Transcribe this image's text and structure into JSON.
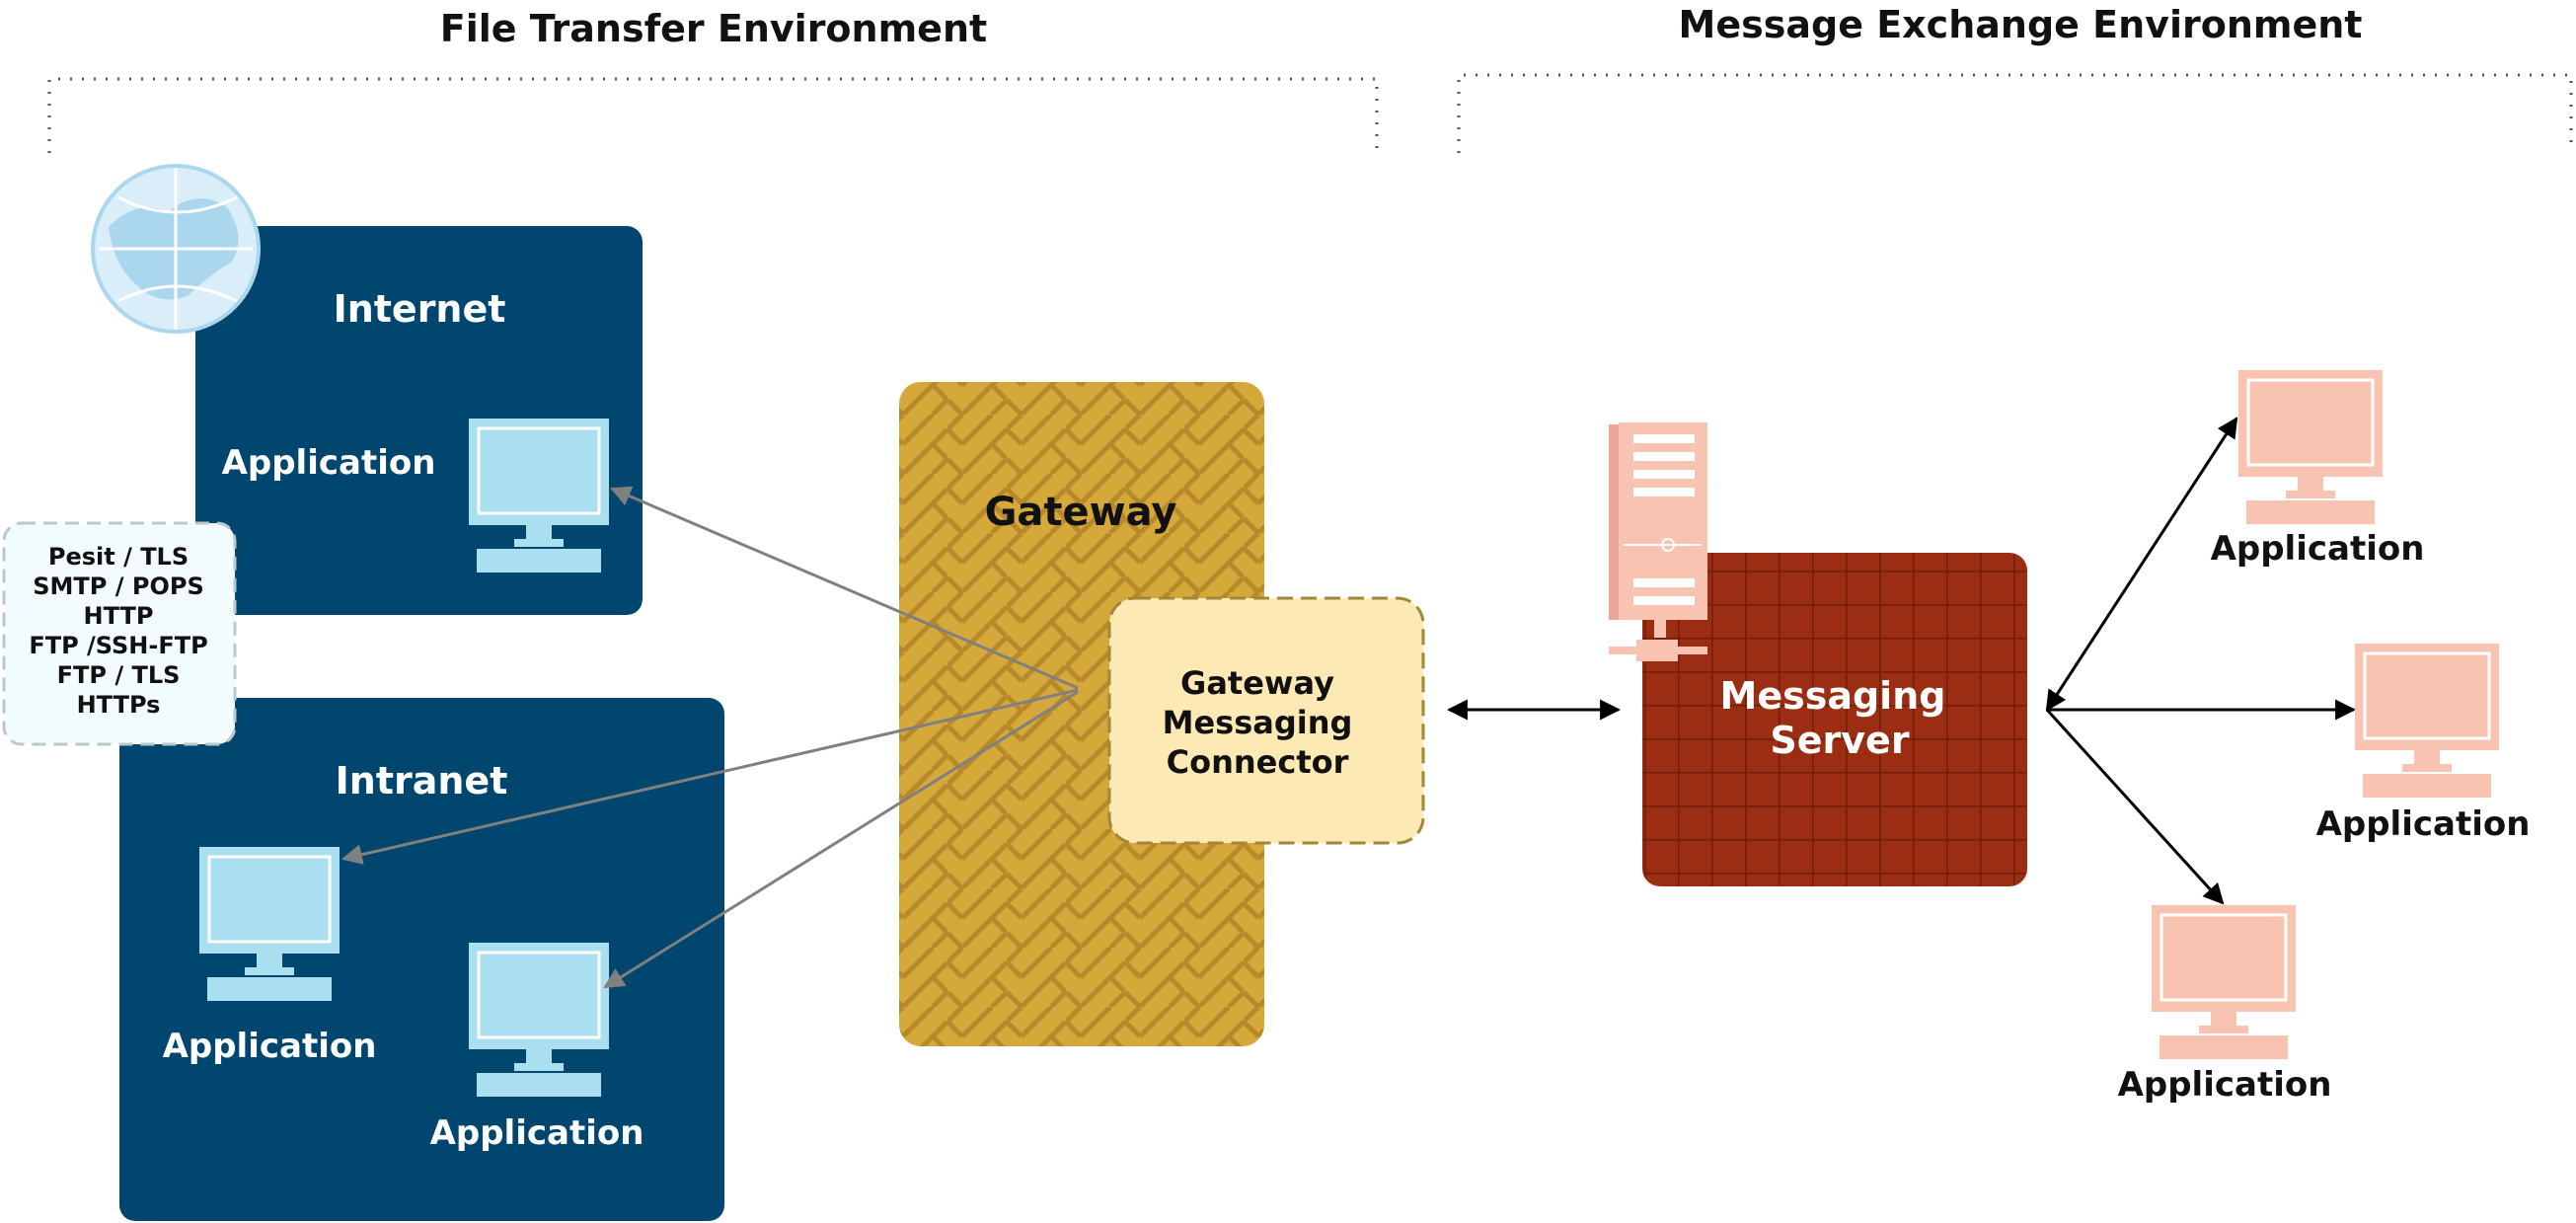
{
  "environments": {
    "file_transfer": "File Transfer Environment",
    "message_exchange": "Message Exchange Environment"
  },
  "internet": {
    "title": "Internet",
    "application_label": "Application"
  },
  "intranet": {
    "title": "Intranet",
    "application_label_1": "Application",
    "application_label_2": "Application"
  },
  "protocols": [
    "Pesit / TLS",
    "SMTP / POPS",
    "HTTP",
    "FTP /SSH-FTP",
    "FTP / TLS",
    "HTTPs"
  ],
  "gateway": {
    "title": "Gateway",
    "connector_lines": [
      "Gateway",
      "Messaging",
      "Connector"
    ]
  },
  "messaging_server": {
    "lines": [
      "Messaging",
      "Server"
    ]
  },
  "message_apps": {
    "top": "Application",
    "middle": "Application",
    "bottom": "Application"
  },
  "colors": {
    "dark_blue": "#00466e",
    "monitor_blue": "#aadff0",
    "gateway_gold": "#d4a93a",
    "connector_fill": "#fde9b4",
    "server_red": "#9b2e12",
    "salmon": "#f8c3b0",
    "arrow_gray": "#808080"
  },
  "icons": {
    "globe": "globe-icon",
    "computer": "computer-monitor-icon",
    "server": "tower-server-icon"
  }
}
